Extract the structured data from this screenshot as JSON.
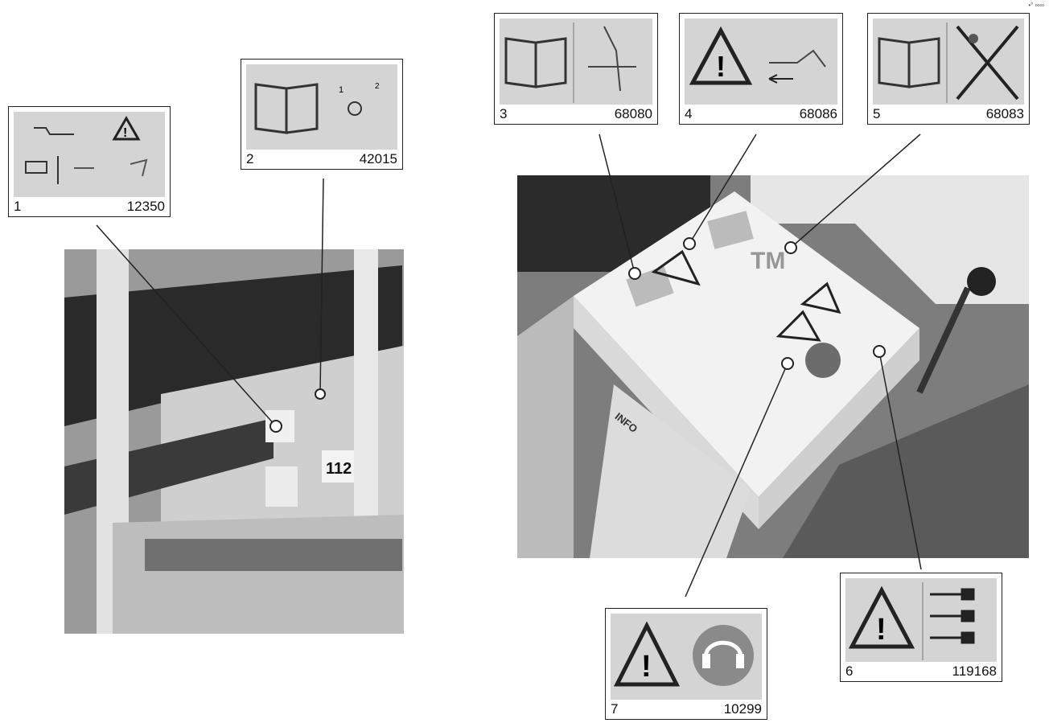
{
  "corner_mark": "•° ∞∞",
  "decals": [
    {
      "number": "1",
      "code": "12350"
    },
    {
      "number": "2",
      "code": "42015"
    },
    {
      "number": "3",
      "code": "68080"
    },
    {
      "number": "4",
      "code": "68086"
    },
    {
      "number": "5",
      "code": "68083"
    },
    {
      "number": "6",
      "code": "119168"
    },
    {
      "number": "7",
      "code": "10299"
    }
  ],
  "photo_left": {
    "plate_text": "112"
  },
  "photo_right": {
    "panel_text": "INFO"
  },
  "watermark": {
    "text": "TM"
  }
}
